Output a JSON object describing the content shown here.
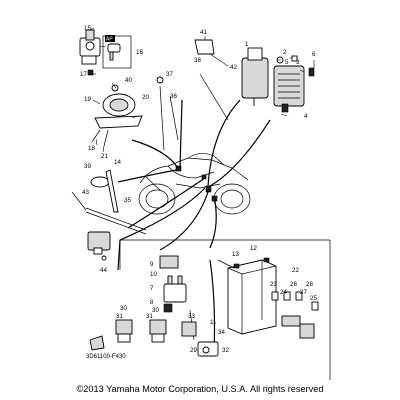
{
  "callouts": {
    "c1": "1",
    "c2": "2",
    "c3": "3",
    "c4": "4",
    "c5": "5",
    "c6": "6",
    "c7": "7",
    "c8": "8",
    "c9": "9",
    "c10": "10",
    "c11": "11",
    "c12": "12",
    "c13": "13",
    "c14": "14",
    "c15": "15",
    "c16": "16",
    "c17": "17",
    "c18": "18",
    "c19": "19",
    "c20": "20",
    "c21": "21",
    "c22": "22",
    "c23": "23",
    "c24": "24",
    "c25": "25",
    "c26": "26",
    "c27": "27",
    "c28": "28",
    "c29": "29",
    "c30": "30",
    "c31": "31",
    "c32": "32",
    "c33": "33",
    "c34": "34",
    "c35": "35",
    "c36": "36",
    "c37": "37",
    "c38": "38",
    "c39": "39",
    "c40": "40",
    "c41": "41",
    "c42": "42",
    "c43": "43",
    "c44": "44"
  },
  "tag_ap": "AP",
  "catalog_code": "3D61100-F430",
  "copyright": "©2013 Yamaha Motor Corporation, U.S.A. All rights reserved"
}
